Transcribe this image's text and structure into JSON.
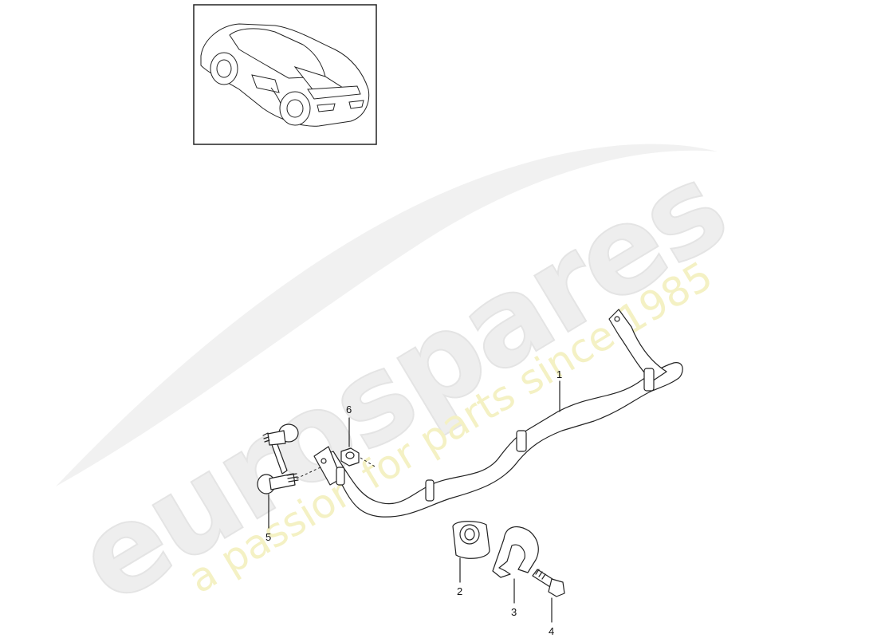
{
  "watermark": {
    "brand": "eurospares",
    "tagline": "a passion for parts since 1985"
  },
  "thumbnail": {
    "subject": "car-rear-three-quarter-view"
  },
  "callouts": [
    {
      "number": "1",
      "part": "stabilizer bar"
    },
    {
      "number": "2",
      "part": "bushing"
    },
    {
      "number": "3",
      "part": "bracket clamp"
    },
    {
      "number": "4",
      "part": "bolt"
    },
    {
      "number": "5",
      "part": "coupling rod"
    },
    {
      "number": "6",
      "part": "nut"
    }
  ]
}
